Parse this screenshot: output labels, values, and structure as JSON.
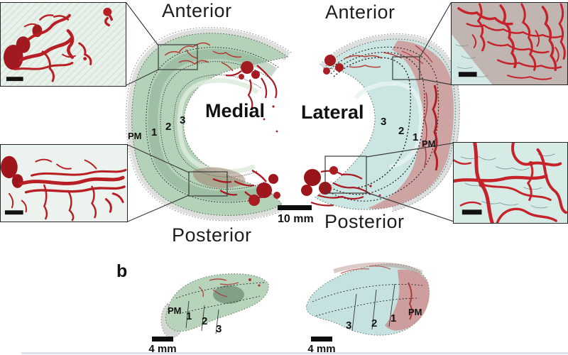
{
  "panel_a": {
    "medial": {
      "anterior": "Anterior",
      "side": "Medial",
      "posterior": "Posterior",
      "zones": [
        "PM",
        "1",
        "2",
        "3"
      ]
    },
    "lateral": {
      "anterior": "Anterior",
      "side": "Lateral",
      "posterior": "Posterior",
      "zones": [
        "3",
        "2",
        "1",
        "PM"
      ]
    },
    "scale_bar_label": "10 mm"
  },
  "panel_b": {
    "label": "b",
    "medial_zones": [
      "PM",
      "1",
      "2",
      "3"
    ],
    "lateral_zones": [
      "3",
      "2",
      "1",
      "PM"
    ],
    "medial_scale_bar_label": "4 mm",
    "lateral_scale_bar_label": "4 mm"
  },
  "colors": {
    "vessel_red": "#bf2026",
    "vessel_dark_red": "#8f1418",
    "medial_green": "#b4d2b8",
    "lateral_teal": "#cbe5e3",
    "rim_rose": "#cf8d8d",
    "inset_green_bg": "#e9f1eb",
    "inset_teal_bg": "#d3e8e5"
  }
}
